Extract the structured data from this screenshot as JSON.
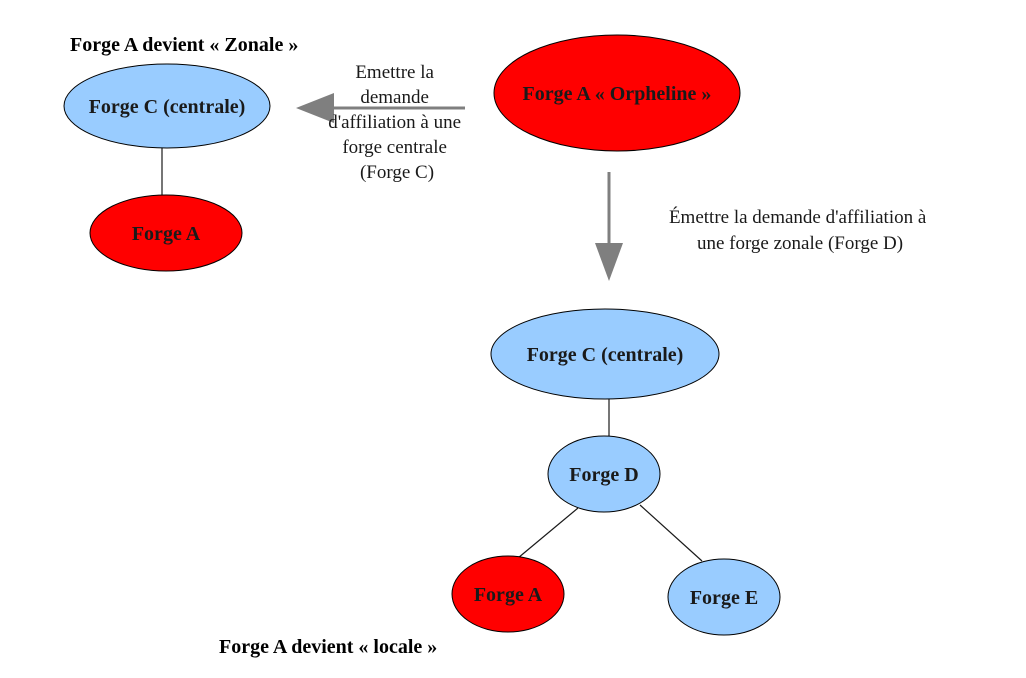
{
  "colors": {
    "central_node": "#99ccff",
    "forge_a_node": "#ff0000",
    "node_outline": "#000000",
    "arrow": "#7f7f7f"
  },
  "captions": {
    "zonal": "Forge A devient « Zonale »",
    "local": "Forge A devient « locale »"
  },
  "nodes": {
    "orphan": "Forge A « Orpheline »",
    "left_central": "Forge C (centrale)",
    "left_forge_a": "Forge A",
    "right_central": "Forge C (centrale)",
    "forge_d": "Forge D",
    "right_forge_a": "Forge A",
    "forge_e": "Forge E"
  },
  "arrows": {
    "to_central": [
      "Emettre la",
      "demande",
      "d'affiliation à une",
      "forge centrale",
      "(Forge C)"
    ],
    "to_zonal": [
      "Émettre la demande d'affiliation à",
      "une forge zonale (Forge D)"
    ]
  }
}
